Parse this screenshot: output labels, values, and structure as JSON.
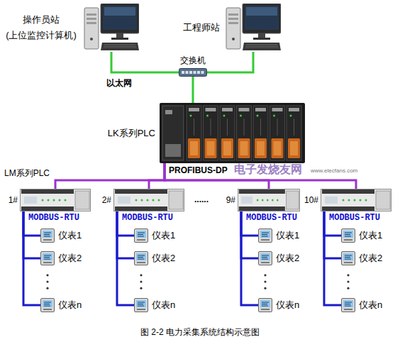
{
  "diagram": {
    "caption": "图 2-2 电力采集系统结构示意图",
    "nodes": [
      {
        "text": [
          "操作员站 (上位监控计算机)"
        ]
      },
      {
        "text": [
          "工程师站"
        ]
      },
      {
        "text": [
          "交换机"
        ]
      },
      {
        "text": [
          "LK系列PLC"
        ]
      },
      {
        "text": [
          "1#"
        ]
      },
      {
        "text": [
          "2#"
        ]
      },
      {
        "text": [
          "9#"
        ]
      },
      {
        "text": [
          "10#"
        ]
      },
      {
        "text": [
          "仪表1"
        ]
      },
      {
        "text": [
          "仪表2"
        ]
      },
      {
        "text": [
          "仪表n"
        ]
      },
      {
        "text": [
          "仪表1"
        ]
      },
      {
        "text": [
          "仪表2"
        ]
      },
      {
        "text": [
          "仪表n"
        ]
      },
      {
        "text": [
          "仪表1"
        ]
      },
      {
        "text": [
          "仪表2"
        ]
      },
      {
        "text": [
          "仪表n"
        ]
      },
      {
        "text": [
          "仪表1"
        ]
      },
      {
        "text": [
          "仪表2"
        ]
      },
      {
        "text": [
          "仪表n"
        ]
      }
    ],
    "edges": [
      {
        "from": 0,
        "to": 2,
        "arrow": "none"
      },
      {
        "from": 1,
        "to": 2,
        "arrow": "none"
      },
      {
        "from": 2,
        "to": 3,
        "arrow": "none"
      },
      {
        "from": 3,
        "to": 4,
        "arrow": "none"
      },
      {
        "from": 3,
        "to": 5,
        "arrow": "none"
      },
      {
        "from": 3,
        "to": 6,
        "arrow": "none"
      },
      {
        "from": 3,
        "to": 7,
        "arrow": "none"
      },
      {
        "from": 4,
        "to": 8,
        "arrow": "none"
      },
      {
        "from": 4,
        "to": 9,
        "arrow": "none"
      },
      {
        "from": 4,
        "to": 10,
        "arrow": "none"
      },
      {
        "from": 5,
        "to": 11,
        "arrow": "none"
      },
      {
        "from": 5,
        "to": 12,
        "arrow": "none"
      },
      {
        "from": 5,
        "to": 13,
        "arrow": "none"
      },
      {
        "from": 6,
        "to": 14,
        "arrow": "none"
      },
      {
        "from": 6,
        "to": 15,
        "arrow": "none"
      },
      {
        "from": 6,
        "to": 16,
        "arrow": "none"
      },
      {
        "from": 7,
        "to": 17,
        "arrow": "none"
      },
      {
        "from": 7,
        "to": 18,
        "arrow": "none"
      },
      {
        "from": 7,
        "to": 19,
        "arrow": "none"
      }
    ],
    "labels": [
      "以太网",
      "PROFIBUS-DP",
      "电子发烧友网",
      "www.elecfans.com",
      "LM系列PLC",
      "......",
      "MODBUS-RTU",
      "MODBUS-RTU",
      "MODBUS-RTU",
      "MODBUS-RTU"
    ]
  }
}
